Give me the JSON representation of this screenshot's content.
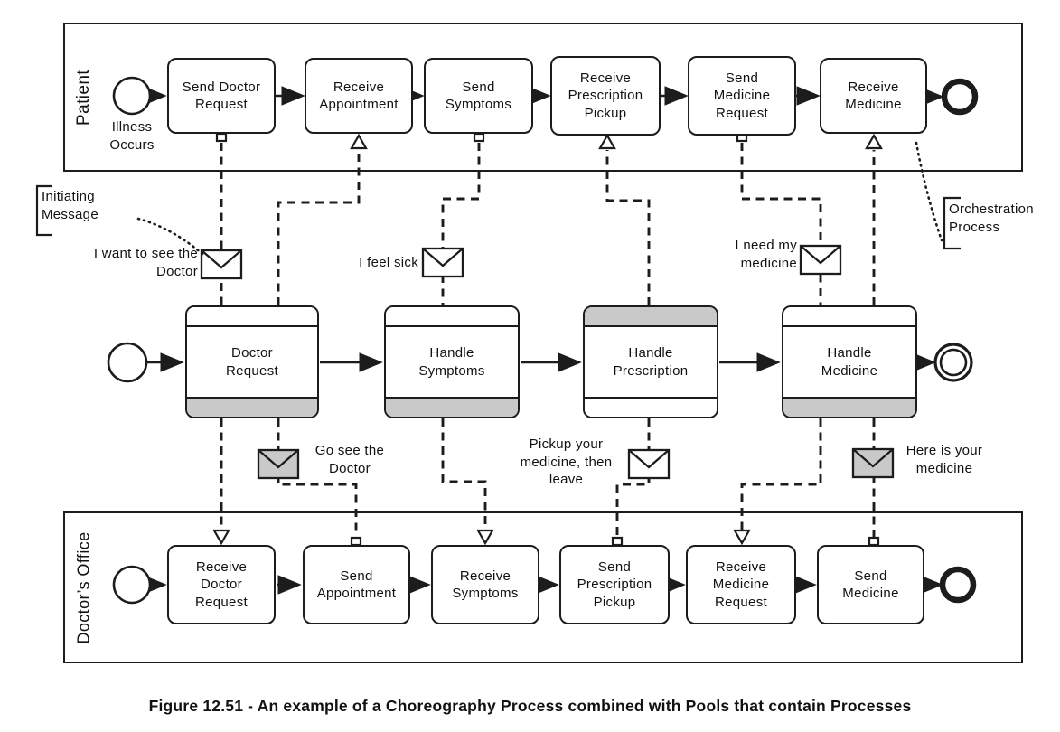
{
  "figure": {
    "caption": "Figure 12.51 - An example of a Choreography Process combined with Pools that contain Processes"
  },
  "pools": {
    "patient": {
      "label": "Patient",
      "start_event_label": "Illness Occurs",
      "tasks": [
        "Send Doctor Request",
        "Receive Appointment",
        "Send Symptoms",
        "Receive Prescription Pickup",
        "Send Medicine Request",
        "Receive Medicine"
      ]
    },
    "doctors_office": {
      "label": "Doctor’s Office",
      "tasks": [
        "Receive Doctor Request",
        "Send Appointment",
        "Receive Symptoms",
        "Send Prescription Pickup",
        "Receive Medicine Request",
        "Send Medicine"
      ]
    }
  },
  "choreography": {
    "tasks": [
      {
        "label": "Doctor Request",
        "shaded_band": "bottom"
      },
      {
        "label": "Handle Symptoms",
        "shaded_band": "bottom"
      },
      {
        "label": "Handle Prescription",
        "shaded_band": "top"
      },
      {
        "label": "Handle Medicine",
        "shaded_band": "bottom"
      }
    ]
  },
  "messages": [
    {
      "label": "I want to see the Doctor",
      "shaded": false
    },
    {
      "label": "I feel sick",
      "shaded": false
    },
    {
      "label": "I need my medicine",
      "shaded": false
    },
    {
      "label": "Go see the Doctor",
      "shaded": true
    },
    {
      "label": "Pickup your medicine, then leave",
      "shaded": false
    },
    {
      "label": "Here is your medicine",
      "shaded": true
    }
  ],
  "annotations": {
    "initiating_message": "Initiating Message",
    "orchestration_process": "Orchestration Process"
  },
  "colors": {
    "line": "#1c1c1c",
    "background": "#ffffff",
    "shaded_fill": "#c9c9c9"
  }
}
